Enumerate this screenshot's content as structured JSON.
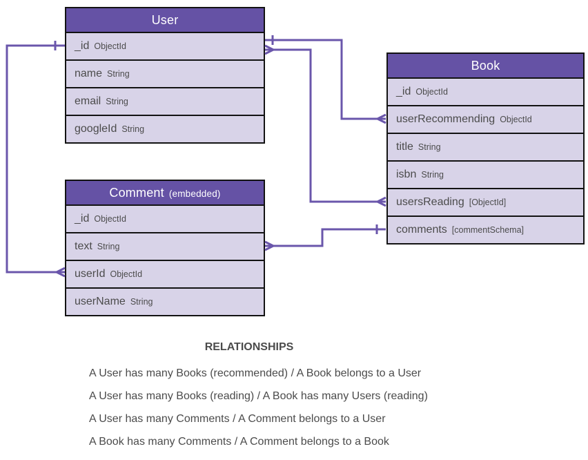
{
  "diagram": {
    "colors": {
      "header_bg": "#6552a5",
      "row_bg": "#d8d3e8",
      "border": "#121212",
      "connector": "#6a56ab",
      "field_text": "#4b4b4b",
      "header_text": "#ffffff",
      "background": "#ffffff"
    },
    "tables": {
      "user": {
        "title": "User",
        "fields": [
          {
            "name": "_id",
            "type": "ObjectId"
          },
          {
            "name": "name",
            "type": "String"
          },
          {
            "name": "email",
            "type": "String"
          },
          {
            "name": "googleId",
            "type": "String"
          }
        ]
      },
      "book": {
        "title": "Book",
        "fields": [
          {
            "name": "_id",
            "type": "ObjectId"
          },
          {
            "name": "userRecommending",
            "type": "ObjectId"
          },
          {
            "name": "title",
            "type": "String"
          },
          {
            "name": "isbn",
            "type": "String"
          },
          {
            "name": "usersReading",
            "type": "[ObjectId]"
          },
          {
            "name": "comments",
            "type": "[commentSchema]"
          }
        ]
      },
      "comment": {
        "title": "Comment",
        "title_suffix": "(embedded)",
        "fields": [
          {
            "name": "_id",
            "type": "ObjectId"
          },
          {
            "name": "text",
            "type": "String"
          },
          {
            "name": "userId",
            "type": "ObjectId"
          },
          {
            "name": "userName",
            "type": "String"
          }
        ]
      }
    },
    "connectors": [
      {
        "from": "User._id",
        "from_cardinality": "one",
        "to": "Book.userRecommending",
        "to_cardinality": "many"
      },
      {
        "from": "User._id",
        "from_cardinality": "many",
        "to": "Book.usersReading",
        "to_cardinality": "many"
      },
      {
        "from": "User._id",
        "from_cardinality": "one",
        "to": "Comment.userId",
        "to_cardinality": "many"
      },
      {
        "from": "Book.comments",
        "from_cardinality": "one",
        "to": "Comment.text",
        "to_cardinality": "many"
      }
    ]
  },
  "relationships": {
    "title": "RELATIONSHIPS",
    "lines": [
      "A User has many Books (recommended) / A Book belongs to a User",
      "A User has many Books (reading) / A Book has many Users (reading)",
      "A User has many Comments / A Comment belongs to a User",
      "A Book has many Comments / A Comment belongs to a Book"
    ]
  }
}
